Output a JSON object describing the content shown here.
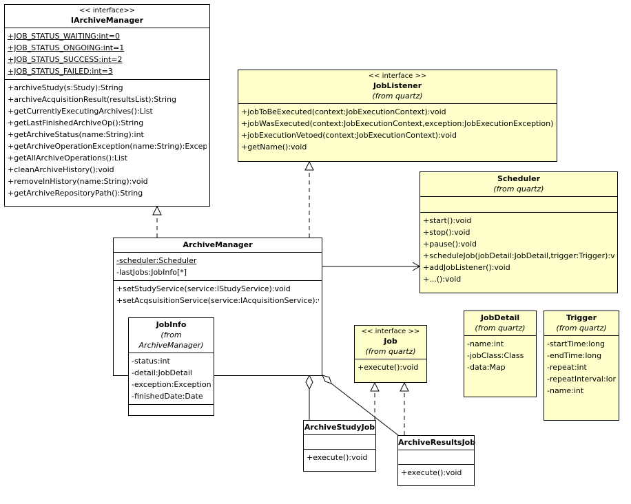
{
  "iArchiveManager": {
    "stereotype": "<< interface>>",
    "name": "IArchiveManager",
    "attributes": [
      "+JOB_STATUS_WAITING:int=0",
      "+JOB_STATUS_ONGOING:int=1",
      "+JOB_STATUS_SUCCESS:int=2",
      "+JOB_STATUS_FAILED:int=3"
    ],
    "operations": [
      "+archiveStudy(s:Study):String",
      "+archiveAcquisitionResult(resultsList):String",
      "+getCurrentlyExecutingArchives():List",
      "+getLastFinishedArchiveOp():String",
      "+getArchiveStatus(name:String):int",
      "+getArchiveOperationException(name:String):Exception",
      "+getAllArchiveOperations():List",
      "+cleanArchiveHistory():void",
      "+removeInHistory(name:String):void",
      "+getArchiveRepositoryPath():String"
    ]
  },
  "jobListener": {
    "stereotype": "<< interface >>",
    "name": "JobListener",
    "from": "(from quartz)",
    "operations": [
      "+jobToBeExecuted(context:JobExecutionContext):void",
      "+jobWasExecuted(context:JobExecutionContext,exception:JobExecutionException):void",
      "+jobExecutionVetoed(context:JobExecutionContext):void",
      "+getName():void"
    ]
  },
  "scheduler": {
    "name": "Scheduler",
    "from": "(from quartz)",
    "operations": [
      "+start():void",
      "+stop():void",
      "+pause():void",
      "+scheduleJob(jobDetail:JobDetail,trigger:Trigger):void",
      "+addJobListener():void",
      "+...():void"
    ]
  },
  "archiveManager": {
    "name": "ArchiveManager",
    "attributes": [
      "-scheduler:Scheduler",
      "-lastJobs:JobInfo[*]"
    ],
    "operations": [
      "+setStudyService(service:IStudyService):void",
      "+setAcqsuisitionService(service:IAcquisitionService):void"
    ]
  },
  "jobInfo": {
    "name": "JobInfo",
    "from": "(from ArchiveManager)",
    "attributes": [
      "-status:int",
      "-detail:JobDetail",
      "-exception:Exception",
      "-finishedDate:Date"
    ]
  },
  "job": {
    "stereotype": "<< interface >>",
    "name": "Job",
    "from": "(from quartz)",
    "operations": [
      "+execute():void"
    ]
  },
  "jobDetail": {
    "name": "JobDetail",
    "from": "(from quartz)",
    "attributes": [
      "-name:int",
      "-jobClass:Class",
      "-data:Map"
    ]
  },
  "trigger": {
    "name": "Trigger",
    "from": "(from quartz)",
    "attributes": [
      "-startTime:long",
      "-endTime:long",
      "-repeat:int",
      "-repeatInterval:long",
      "-name:int"
    ]
  },
  "archiveStudyJob": {
    "name": "ArchiveStudyJob",
    "operations": [
      "+execute():void"
    ]
  },
  "archiveResultsJob": {
    "name": "ArchiveResultsJob",
    "operations": [
      "+execute():void"
    ]
  }
}
